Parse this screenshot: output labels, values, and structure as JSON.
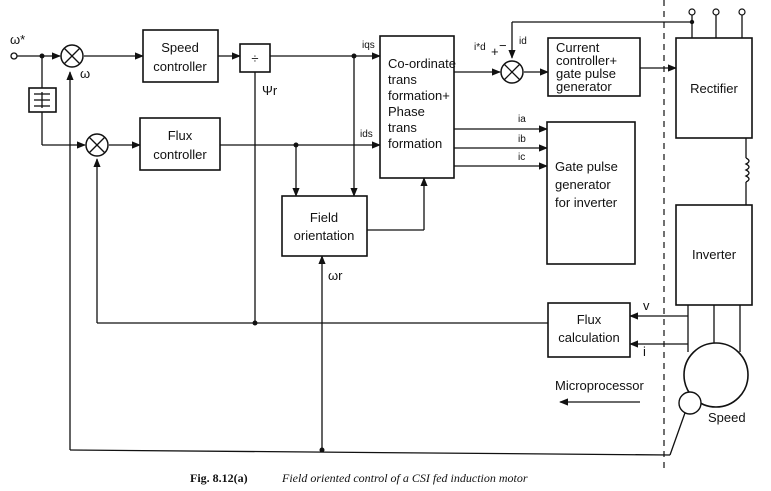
{
  "blocks": {
    "speed_controller": [
      "Speed",
      "controller"
    ],
    "flux_controller": [
      "Flux",
      "controller"
    ],
    "divider": "÷",
    "coordinate_transformation": [
      "Co-ordinate",
      "trans",
      "formation+",
      "Phase",
      "trans",
      "formation"
    ],
    "current_controller": [
      "Current",
      "controller+",
      "gate pulse",
      "generator"
    ],
    "gate_pulse_generator": [
      "Gate pulse",
      "generator",
      "for inverter"
    ],
    "field_orientation": [
      "Field",
      "orientation"
    ],
    "flux_calculation": [
      "Flux",
      "calculation"
    ],
    "rectifier": "Rectifier",
    "inverter": "Inverter"
  },
  "signals": {
    "omega_ref": "ω*",
    "omega": "ω",
    "psi_r": "Ψr",
    "i_qs": "iqs",
    "i_ds": "ids",
    "i_d_ref": "i*d",
    "i_d": "id",
    "plus": "+",
    "minus": "−",
    "i_a": "ia",
    "i_b": "ib",
    "i_c": "ic",
    "omega_r": "ωr",
    "v": "v",
    "i": "i"
  },
  "labels": {
    "microprocessor": "Microprocessor",
    "speed": "Speed"
  },
  "caption": {
    "number": "Fig. 8.12(a)",
    "text": "Field oriented control of a CSI fed induction motor"
  }
}
